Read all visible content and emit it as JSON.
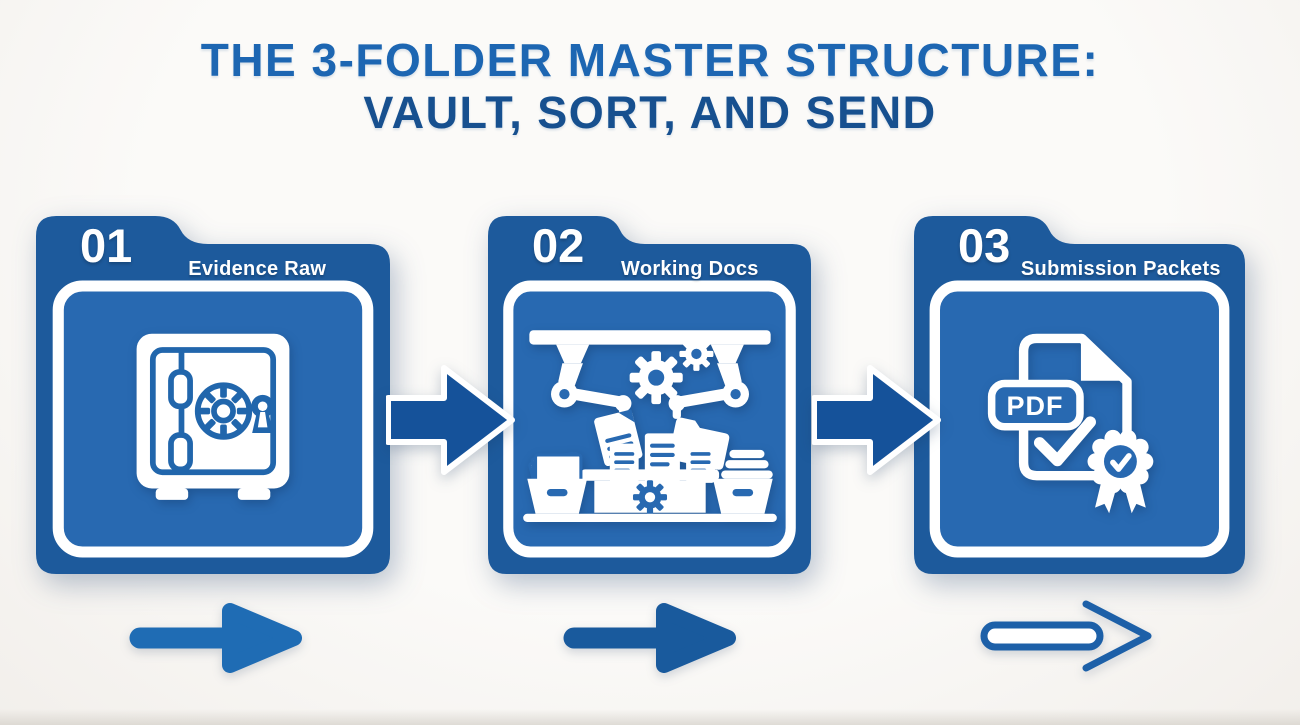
{
  "title": {
    "line1": "THE 3-FOLDER MASTER STRUCTURE:",
    "line2": "VAULT, SORT, AND SEND"
  },
  "folders": [
    {
      "number": "01",
      "label": "Evidence Raw",
      "icon": "vault-safe-icon"
    },
    {
      "number": "02",
      "label": "Working Docs",
      "icon": "sorting-machine-icon"
    },
    {
      "number": "03",
      "label": "Submission Packets",
      "icon": "pdf-certified-document-icon"
    }
  ],
  "pdf_label": "PDF",
  "flow": {
    "connector_arrows": [
      "arrow-right",
      "arrow-right"
    ],
    "step_arrows": [
      "solid-arrow-right",
      "solid-arrow-right",
      "outline-arrow-right"
    ]
  },
  "colors": {
    "background": "#f8f6f3",
    "title-primary": "#1d66b2",
    "title-secondary": "#17508f",
    "folder": "#1d5a9c",
    "folder-panel": "#2869b1",
    "icon-line": "#2166ac",
    "connector-arrow": "#15529a",
    "step-arrow-1": "#1f6cb4",
    "step-arrow-2": "#195a9d",
    "step-arrow-3": "#1d60a8",
    "white": "#ffffff"
  }
}
